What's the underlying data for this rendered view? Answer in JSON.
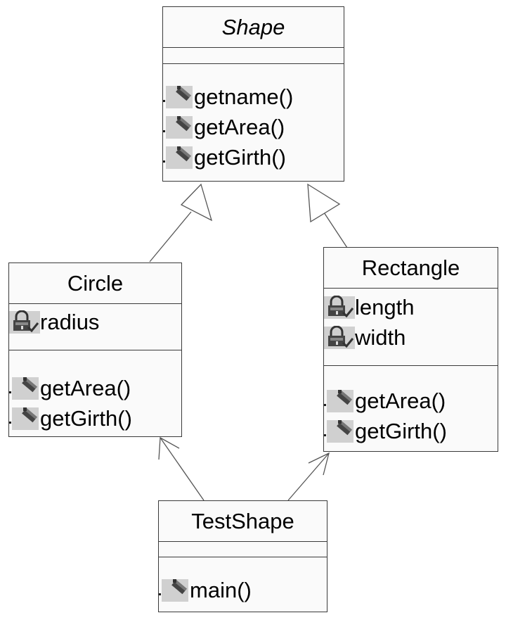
{
  "classes": {
    "shape": {
      "name": "Shape",
      "abstract": true,
      "attributes": [],
      "operations": [
        "getname()",
        "getArea()",
        "getGirth()"
      ]
    },
    "circle": {
      "name": "Circle",
      "abstract": false,
      "attributes": [
        "radius"
      ],
      "operations": [
        "getArea()",
        "getGirth()"
      ]
    },
    "rectangle": {
      "name": "Rectangle",
      "abstract": false,
      "attributes": [
        "length",
        "width"
      ],
      "operations": [
        "getArea()",
        "getGirth()"
      ]
    },
    "testshape": {
      "name": "TestShape",
      "abstract": false,
      "attributes": [],
      "operations": [
        "main()"
      ]
    }
  },
  "relationships": [
    {
      "from": "Circle",
      "to": "Shape",
      "type": "generalization"
    },
    {
      "from": "Rectangle",
      "to": "Shape",
      "type": "generalization"
    },
    {
      "from": "TestShape",
      "to": "Circle",
      "type": "association"
    },
    {
      "from": "TestShape",
      "to": "Rectangle",
      "type": "association"
    }
  ],
  "icons": {
    "attribute": "private-attribute-lock-icon",
    "operation": "public-operation-icon"
  },
  "colors": {
    "border": "#3a3a3a",
    "box": "#fafafa",
    "icon_bg": "#d0d0d0"
  }
}
